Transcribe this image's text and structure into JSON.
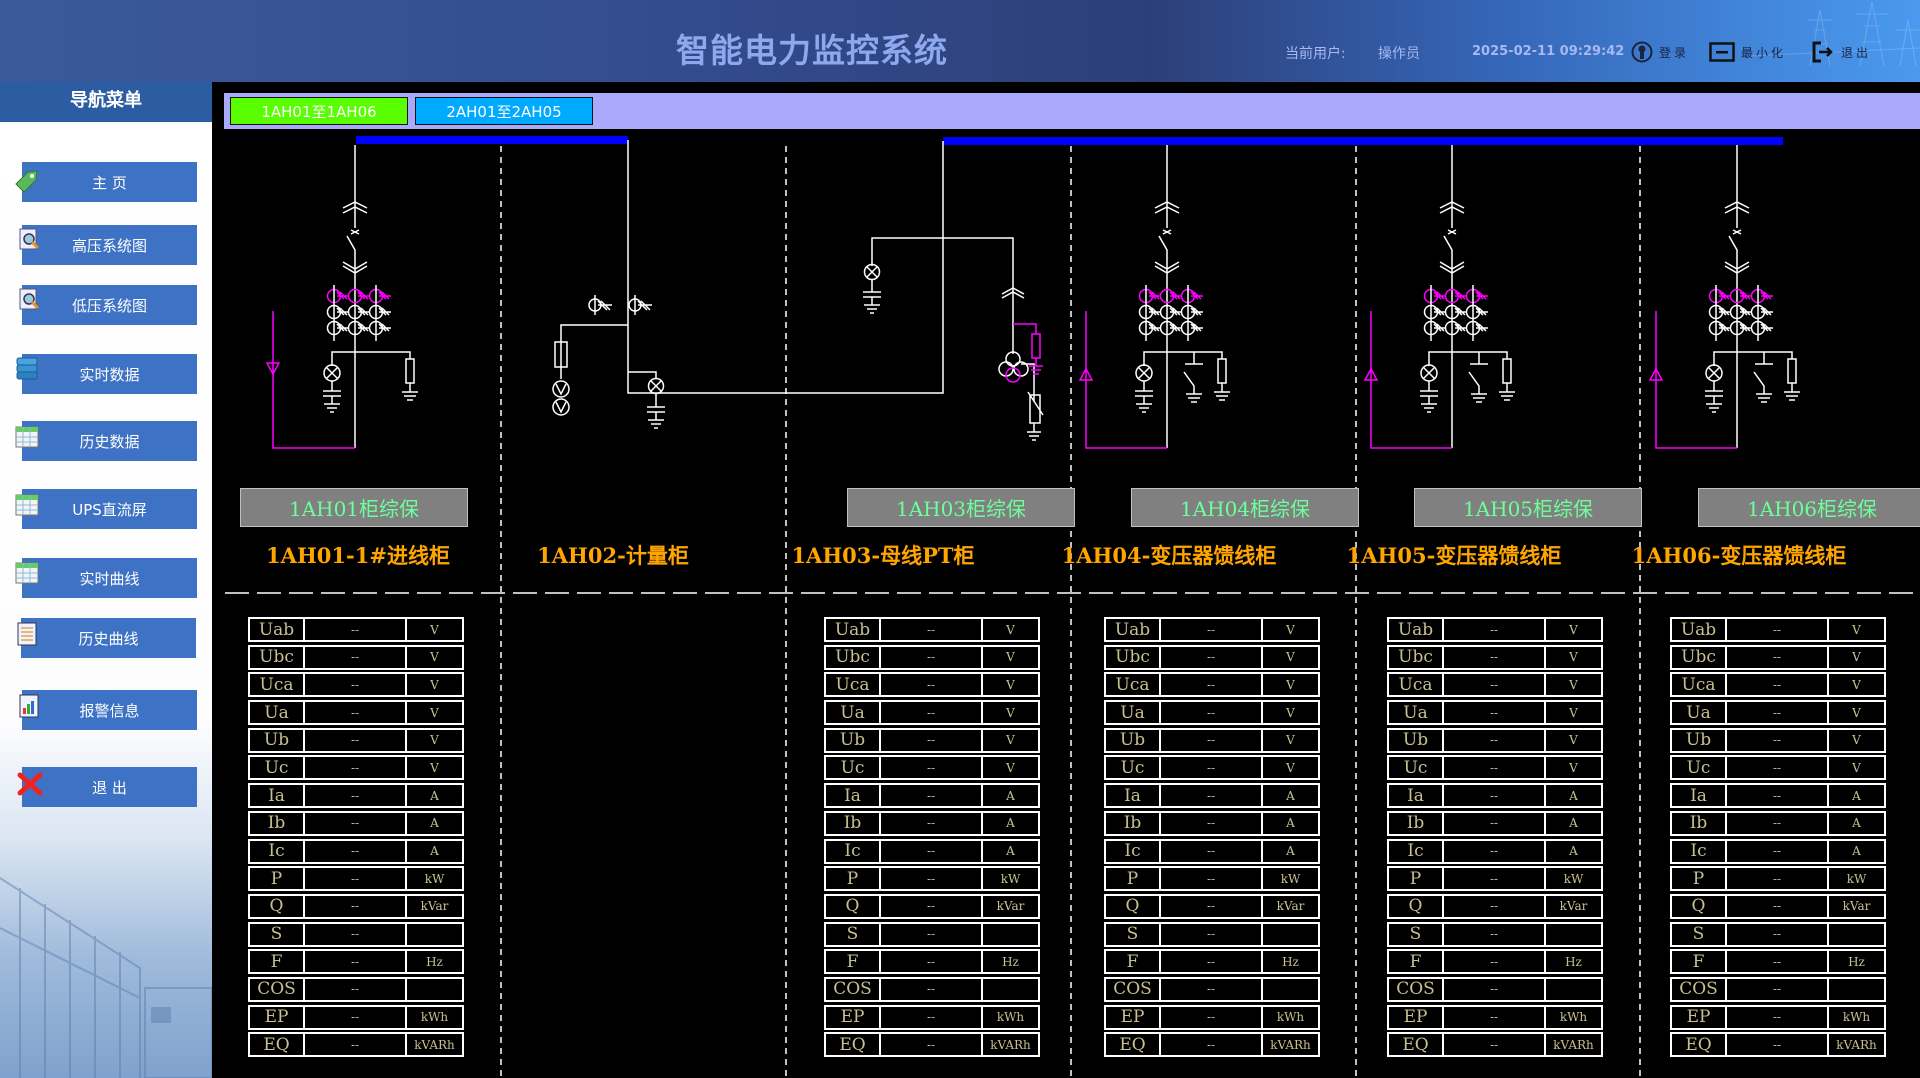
{
  "header": {
    "title": "智能电力监控系统",
    "user_label": "当前用户:",
    "user_name": "操作员",
    "datetime": "2025-02-11 09:29:42",
    "login_label": "登录",
    "minimize_label": "最小化",
    "exit_label": "退出"
  },
  "sidebar": {
    "title": "导航菜单",
    "items": [
      {
        "label": "主 页",
        "icon": "tag-icon"
      },
      {
        "label": "高压系统图",
        "icon": "document-search-icon"
      },
      {
        "label": "低压系统图",
        "icon": "document-search-icon"
      },
      {
        "label": "实时数据",
        "icon": "database-icon"
      },
      {
        "label": "历史数据",
        "icon": "table-icon"
      },
      {
        "label": "UPS直流屏",
        "icon": "table-icon"
      },
      {
        "label": "实时曲线",
        "icon": "table-icon"
      },
      {
        "label": "历史曲线",
        "icon": "document-list-icon"
      },
      {
        "label": "报警信息",
        "icon": "report-chart-icon"
      },
      {
        "label": "退 出",
        "icon": "close-x-icon"
      }
    ]
  },
  "tabs": [
    {
      "label": "1AH01至1AH06",
      "color": "#59ff00",
      "active": true
    },
    {
      "label": "2AH01至2AH05",
      "color": "#00aaff",
      "active": false
    }
  ],
  "colors": {
    "busbar": "#0000ff",
    "line": "#ffffff",
    "highlight": "#ff00ff",
    "cabinet_name": "#ffa500",
    "relay_text": "#6cff9a"
  },
  "cabinets": [
    {
      "id": "1AH01",
      "name": "1AH01-1#进线柜",
      "relay_label": "1AH01柜综保",
      "has_table": true
    },
    {
      "id": "1AH02",
      "name": "1AH02-计量柜",
      "relay_label": "",
      "has_table": false
    },
    {
      "id": "1AH03",
      "name": "1AH03-母线PT柜",
      "relay_label": "1AH03柜综保",
      "has_table": true
    },
    {
      "id": "1AH04",
      "name": "1AH04-变压器馈线柜",
      "relay_label": "1AH04柜综保",
      "has_table": true
    },
    {
      "id": "1AH05",
      "name": "1AH05-变压器馈线柜",
      "relay_label": "1AH05柜综保",
      "has_table": true
    },
    {
      "id": "1AH06",
      "name": "1AH06-变压器馈线柜",
      "relay_label": "1AH06柜综保",
      "has_table": true
    }
  ],
  "measurements": [
    {
      "name": "Uab",
      "value": "--",
      "unit": "V"
    },
    {
      "name": "Ubc",
      "value": "--",
      "unit": "V"
    },
    {
      "name": "Uca",
      "value": "--",
      "unit": "V"
    },
    {
      "name": "Ua",
      "value": "--",
      "unit": "V"
    },
    {
      "name": "Ub",
      "value": "--",
      "unit": "V"
    },
    {
      "name": "Uc",
      "value": "--",
      "unit": "V"
    },
    {
      "name": "Ia",
      "value": "--",
      "unit": "A"
    },
    {
      "name": "Ib",
      "value": "--",
      "unit": "A"
    },
    {
      "name": "Ic",
      "value": "--",
      "unit": "A"
    },
    {
      "name": "P",
      "value": "--",
      "unit": "kW"
    },
    {
      "name": "Q",
      "value": "--",
      "unit": "kVar"
    },
    {
      "name": "S",
      "value": "--",
      "unit": ""
    },
    {
      "name": "F",
      "value": "--",
      "unit": "Hz"
    },
    {
      "name": "COS",
      "value": "--",
      "unit": ""
    },
    {
      "name": "EP",
      "value": "--",
      "unit": "kWh"
    },
    {
      "name": "EQ",
      "value": "--",
      "unit": "kVARh"
    }
  ]
}
